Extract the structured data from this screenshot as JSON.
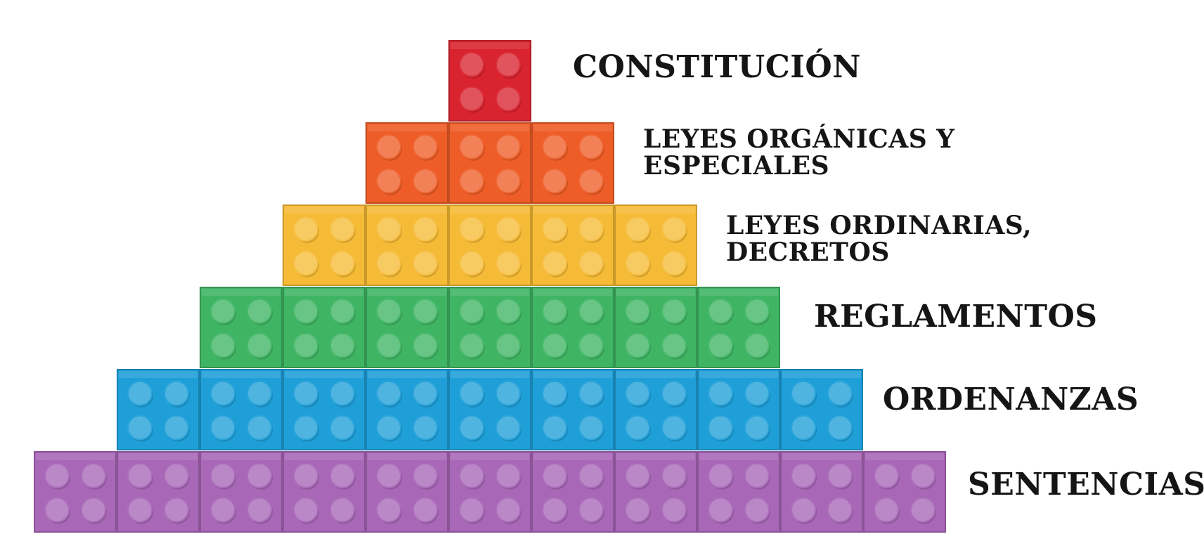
{
  "diagram": {
    "type": "hierarchy-pyramid",
    "tiers": [
      {
        "id": "constitucion",
        "lines": [
          "CONSTITUCIÓN"
        ],
        "color": "#d9232f",
        "bricks": 1
      },
      {
        "id": "leyes-organicas",
        "lines": [
          "LEYES ORGÁNICAS Y",
          "ESPECIALES"
        ],
        "color": "#ee5d27",
        "bricks": 3
      },
      {
        "id": "leyes-ordinarias",
        "lines": [
          "LEYES ORDINARIAS,",
          "DECRETOS"
        ],
        "color": "#f6bb36",
        "bricks": 5
      },
      {
        "id": "reglamentos",
        "lines": [
          "REGLAMENTOS"
        ],
        "color": "#3fb564",
        "bricks": 7
      },
      {
        "id": "ordenanzas",
        "lines": [
          "ORDENANZAS"
        ],
        "color": "#1f9fd8",
        "bricks": 9
      },
      {
        "id": "sentencias",
        "lines": [
          "SENTENCIAS"
        ],
        "color": "#a867b7",
        "bricks": 11
      }
    ]
  }
}
